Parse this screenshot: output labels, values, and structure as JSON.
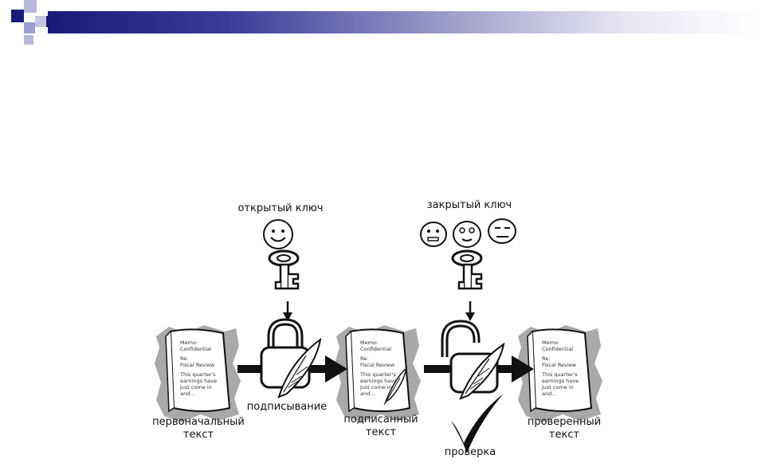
{
  "colors": {
    "header_dark": "#1a1a7a",
    "square_navy": "#1a1a7a",
    "square_lavender": "#b8b8dc",
    "ink": "#111111",
    "paper_shadow": "#a9a9a9"
  },
  "diagram": {
    "labels": {
      "public_key": "открытый ключ",
      "private_key": "закрытый ключ",
      "signing": "подписывание",
      "original_text": "первоначальный\nтекст",
      "signed_text": "подписанный\nтекст",
      "verified_text": "проверенный\nтекст",
      "verification": "проверка"
    },
    "memo": {
      "line1": "Memo:",
      "line2": "Confidential",
      "line3": "Re:",
      "line4": "Fiscal Review",
      "line5": "This quarter's",
      "line6": "earnings have",
      "line7": "just come in",
      "line8": "and..."
    },
    "icons": [
      "smiley-face-icon",
      "key-icon",
      "padlock-icon",
      "quill-pen-icon",
      "document-icon",
      "arrow-icon",
      "checkmark-icon"
    ]
  }
}
